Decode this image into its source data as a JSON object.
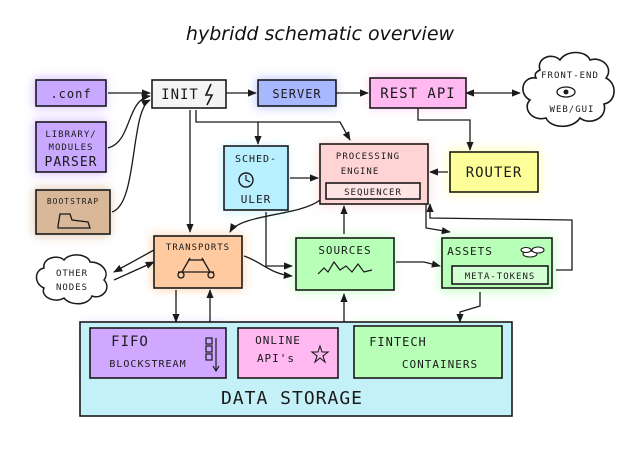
{
  "title": "hybridd schematic overview",
  "nodes": {
    "conf": ".conf",
    "init": "INIT",
    "server": "SERVER",
    "rest_api": "REST API",
    "frontend": [
      "FRONT-END",
      "WEB/GUI"
    ],
    "library_parser": [
      "LIBRARY/",
      "MODULES",
      "PARSER"
    ],
    "bootstrap": "BOOTSTRAP",
    "scheduler": [
      "SCHED-",
      "ULER"
    ],
    "processing_engine": [
      "PROCESSING",
      "ENGINE"
    ],
    "sequencer": "SEQUENCER",
    "router": "ROUTER",
    "transports": "TRANSPORTS",
    "sources": "SOURCES",
    "assets": "ASSETS",
    "meta_tokens": "META-TOKENS",
    "other_nodes": [
      "OTHER",
      "NODES"
    ],
    "fifo": [
      "FIFO",
      "BLOCKSTREAM"
    ],
    "online_apis": [
      "ONLINE",
      "API's"
    ],
    "fintech": [
      "FINTECH",
      "CONTAINERS"
    ],
    "data_storage": "DATA STORAGE"
  },
  "colors": {
    "conf": "#c9a8ff",
    "init": "#f4f4f4",
    "server": "#a8b8ff",
    "rest_api": "#ffb8f0",
    "library_parser": "#c9a8ff",
    "bootstrap": "#d9b89a",
    "scheduler": "#b8f0ff",
    "processing_engine": "#ffd4d4",
    "router": "#ffff9a",
    "transports": "#ffcaa0",
    "sources": "#b8ffb8",
    "assets": "#b8ffb8",
    "fifo": "#d0a8ff",
    "online_apis": "#ffb8f0",
    "fintech": "#b8ffb8",
    "data_storage": "#c4f0f8"
  }
}
